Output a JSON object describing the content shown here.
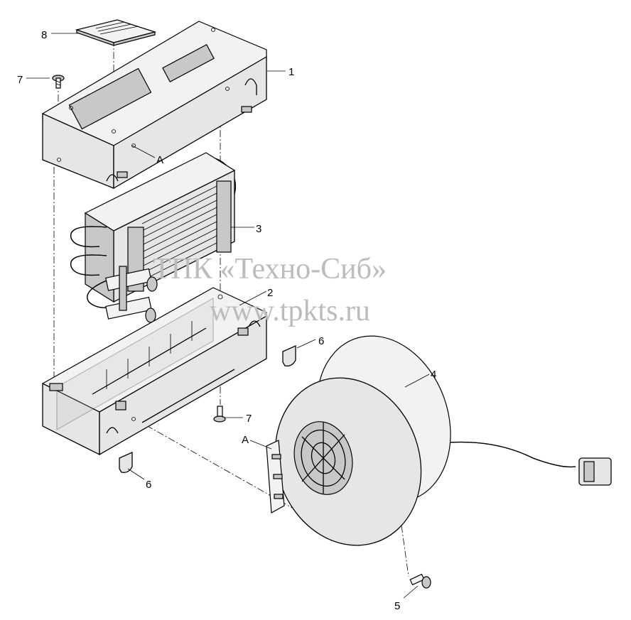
{
  "watermark": {
    "line1": "ТПК «Техно-Сиб»",
    "line2": "www.tpkts.ru"
  },
  "callouts": [
    {
      "id": "c1",
      "text": "1"
    },
    {
      "id": "c2",
      "text": "2"
    },
    {
      "id": "c3",
      "text": "3"
    },
    {
      "id": "c4",
      "text": "4"
    },
    {
      "id": "c5",
      "text": "5"
    },
    {
      "id": "c6a",
      "text": "6"
    },
    {
      "id": "c6b",
      "text": "6"
    },
    {
      "id": "c7a",
      "text": "7"
    },
    {
      "id": "c7b",
      "text": "7"
    },
    {
      "id": "c8",
      "text": "8"
    },
    {
      "id": "cAa",
      "text": "A"
    },
    {
      "id": "cAb",
      "text": "A"
    }
  ]
}
